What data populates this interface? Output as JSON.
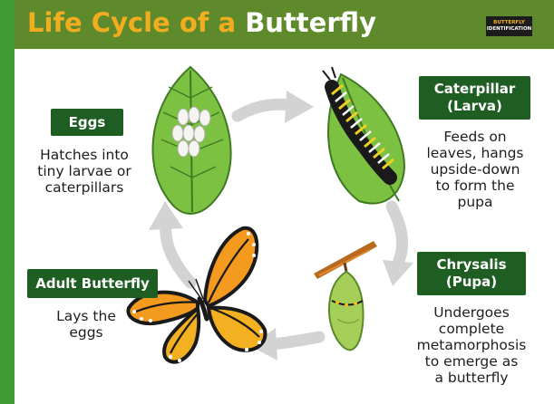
{
  "header": {
    "title_part1": "Life Cycle of a ",
    "title_part2": "Butterfly",
    "brand_line1": "BUTTERFLY",
    "brand_line2": "IDENTIFICATION"
  },
  "stages": {
    "eggs": {
      "label": "Eggs",
      "desc": [
        "Hatches into",
        "tiny larvae or",
        "caterpillars"
      ]
    },
    "caterpillar": {
      "label_line1": "Caterpillar",
      "label_line2": "(Larva)",
      "desc": [
        "Feeds on",
        "leaves, hangs",
        "upside-down",
        "to form the",
        "pupa"
      ]
    },
    "chrysalis": {
      "label_line1": "Chrysalis",
      "label_line2": "(Pupa)",
      "desc": [
        "Undergoes",
        "complete",
        "metamorphosis",
        "to emerge as",
        "a butterfly"
      ]
    },
    "adult": {
      "label": "Adult Butterfly",
      "desc": [
        "Lays the",
        "eggs"
      ]
    }
  },
  "colors": {
    "banner": "#5f8a2c",
    "title_accent": "#f2ad1f",
    "badge": "#1f5e23",
    "leaf": "#7cc142",
    "arrow": "#d3d3d3",
    "wing_orange": "#f39a1f"
  },
  "icons": [
    "leaf-with-eggs-icon",
    "caterpillar-on-leaf-icon",
    "chrysalis-icon",
    "butterfly-icon",
    "cycle-arrow-icon"
  ]
}
